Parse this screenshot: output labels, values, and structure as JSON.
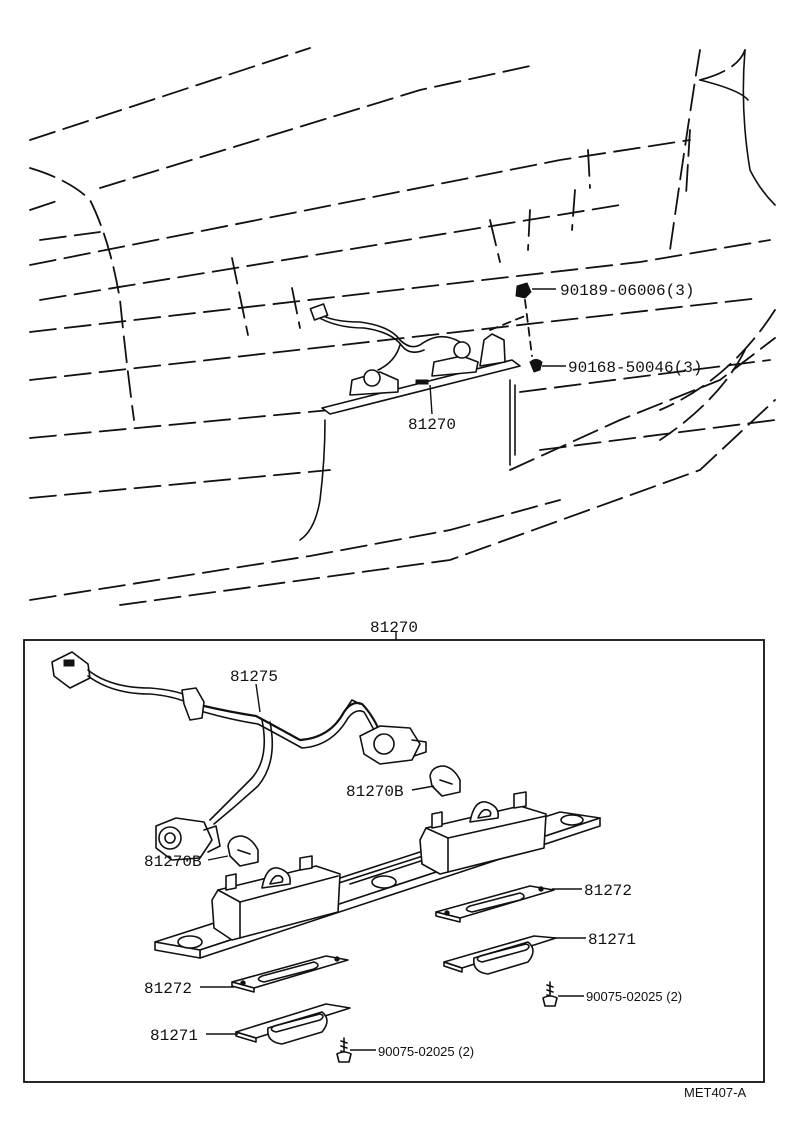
{
  "labels": {
    "nut": "90189-06006(3)",
    "screw_top": "90168-50046(3)",
    "assy_top": "81270",
    "assy_box": "81270",
    "harness": "81275",
    "bulb_right": "81270B",
    "bulb_left": "81270B",
    "pad_right": "81272",
    "gasket_right": "81271",
    "pad_left": "81272",
    "gasket_left": "81271",
    "screw_right": "90075-02025 (2)",
    "screw_left": "90075-02025 (2)",
    "figure_code": "MET407-A"
  }
}
